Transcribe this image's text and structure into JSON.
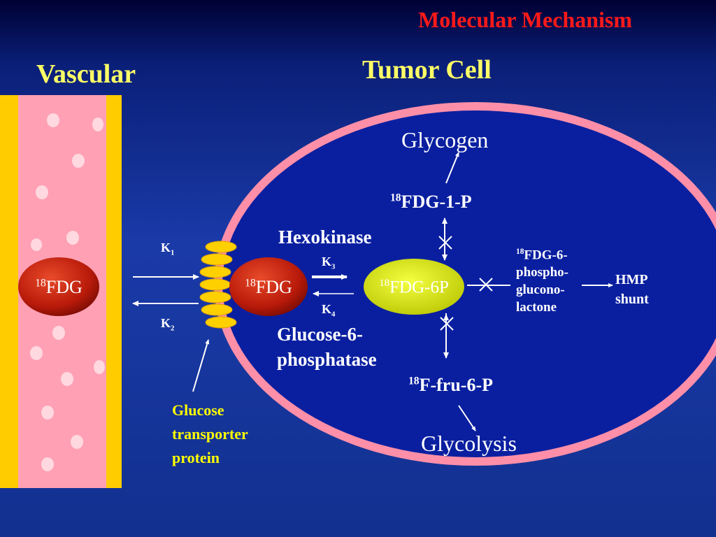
{
  "header": {
    "title": "Molecular Mechanism"
  },
  "labels": {
    "vascular": "Vascular",
    "tumor_cell": "Tumor Cell",
    "glycogen": "Glycogen",
    "fdg1p_sup": "18",
    "fdg1p": "FDG-1-P",
    "hexokinase": "Hexokinase",
    "fdg_sup": "18",
    "fdg": "FDG",
    "fdg6p_sup": "18",
    "fdg6p": "FDG-6P",
    "k1": "K",
    "k1_sub": "1",
    "k2": "K",
    "k2_sub": "2",
    "k3": "K",
    "k3_sub": "3",
    "k4": "K",
    "k4_sub": "4",
    "lactone_sup": "18",
    "lactone_l1": "FDG-6-",
    "lactone_l2": "phospho-",
    "lactone_l3": "glucono-",
    "lactone_l4": "lactone",
    "hmp_l1": "HMP",
    "hmp_l2": "shunt",
    "g6p_l1": "Glucose-6-",
    "g6p_l2": "phosphatase",
    "fru6p_sup": "18",
    "fru6p": "F-fru-6-P",
    "glycolysis": "Glycolysis",
    "transporter_l1": "Glucose",
    "transporter_l2": "transporter",
    "transporter_l3": "protein"
  },
  "colors": {
    "title_red": "#ff1a1a",
    "title_yellow": "#ffff66",
    "vessel_pink": "#ffa0b4",
    "vessel_wall": "#ffcc00",
    "membrane": "#ff8fa8",
    "cell_interior": "#0a1fa0",
    "fdg_oval": "#b81a0a",
    "fdg6p_oval": "#d6e000",
    "transporter": "#ffd000"
  }
}
